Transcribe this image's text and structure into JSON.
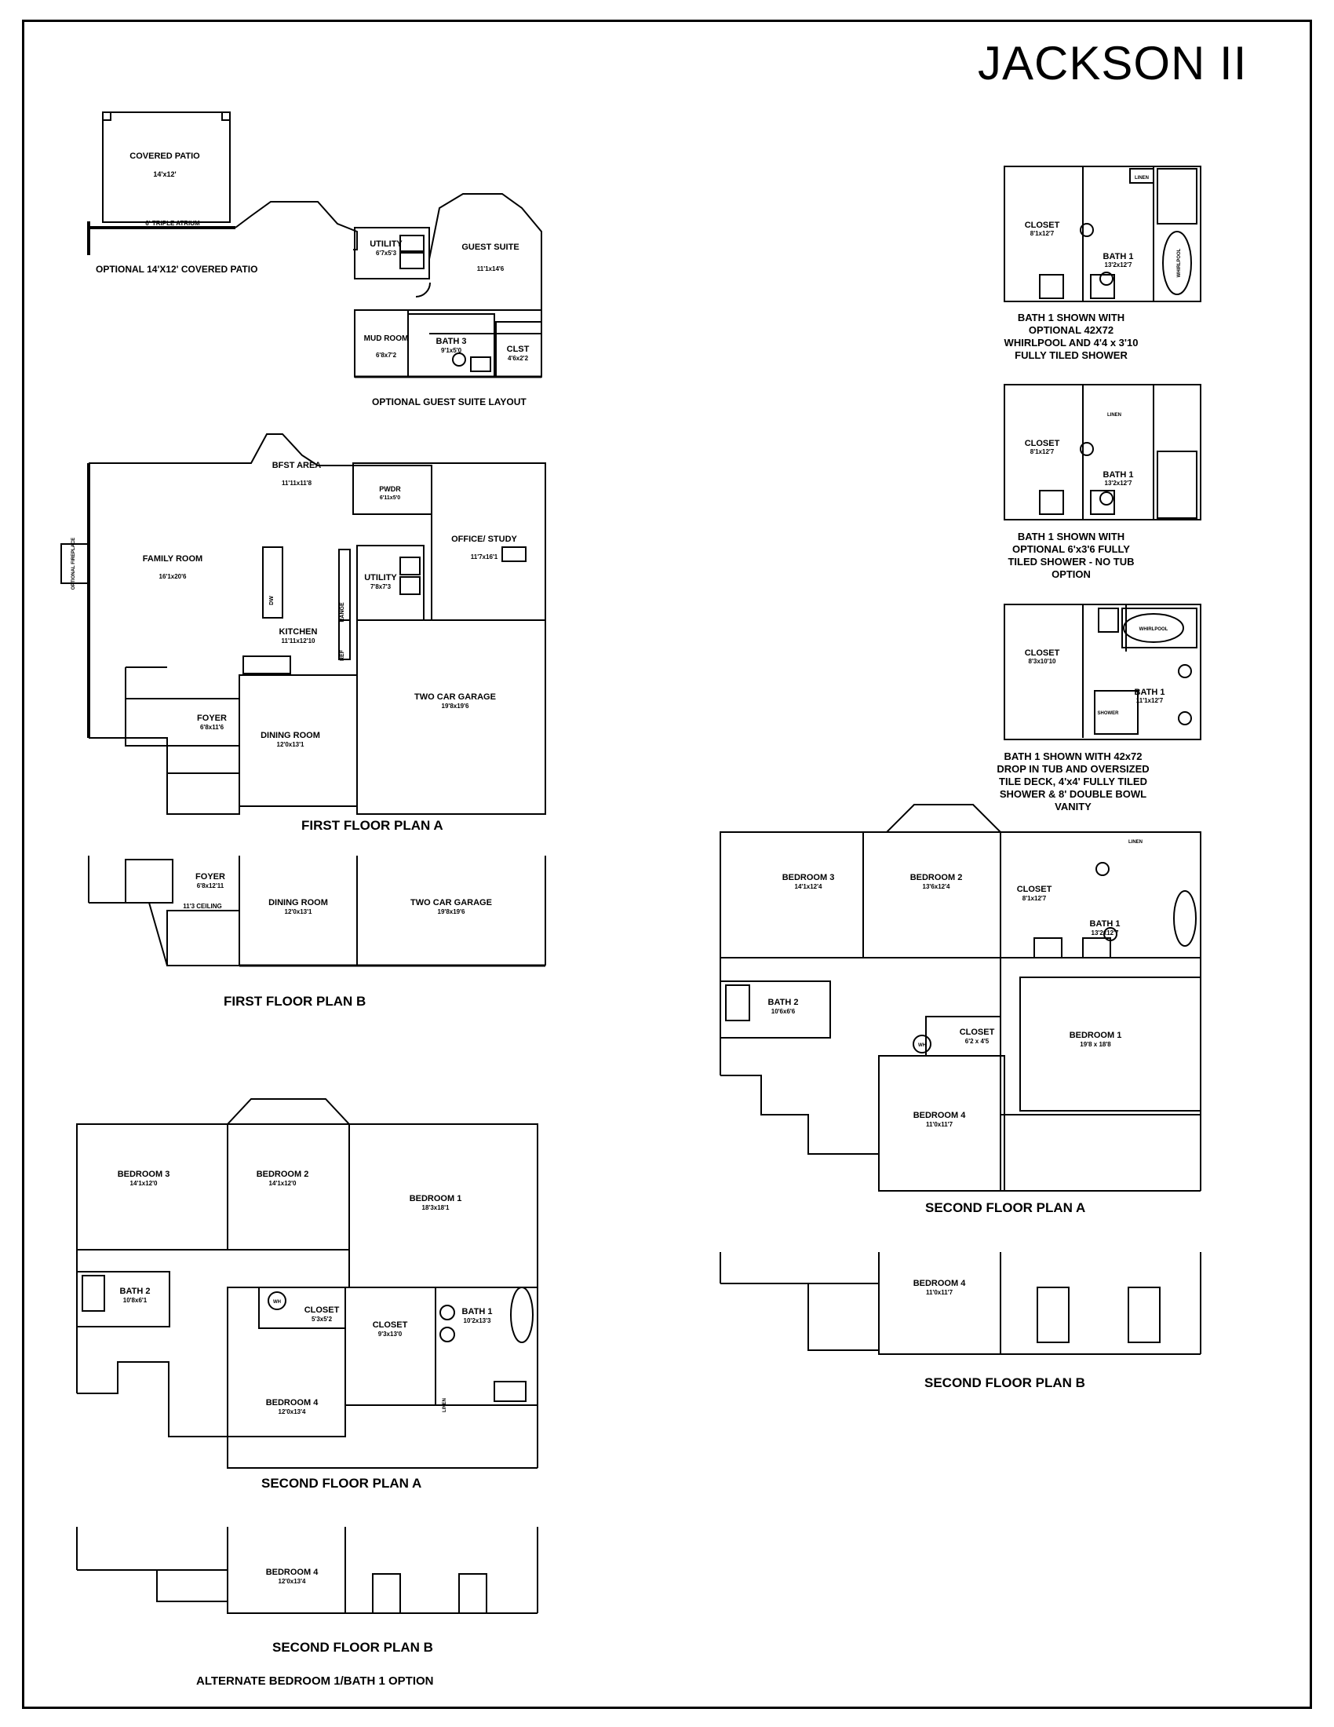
{
  "title": "JACKSON II",
  "captions": {
    "optional_covered_patio": "OPTIONAL 14'X12' COVERED PATIO",
    "optional_guest_suite": "OPTIONAL GUEST SUITE LAYOUT",
    "first_floor_a": "FIRST FLOOR PLAN A",
    "first_floor_b": "FIRST FLOOR PLAN B",
    "second_floor_a_left": "SECOND FLOOR PLAN A",
    "second_floor_b_left": "SECOND FLOOR PLAN B",
    "alternate_option": "ALTERNATE BEDROOM 1/BATH 1 OPTION",
    "second_floor_a_right": "SECOND FLOOR PLAN A",
    "second_floor_b_right": "SECOND FLOOR PLAN B"
  },
  "notes": {
    "bath_option_1": "BATH 1 SHOWN WITH OPTIONAL 42X72 WHIRLPOOL AND 4'4 x 3'10 FULLY TILED SHOWER",
    "bath_option_2": "BATH 1 SHOWN WITH OPTIONAL 6'x3'6 FULLY TILED SHOWER - NO TUB OPTION",
    "bath_option_3": "BATH 1 SHOWN WITH 42x72 DROP IN TUB AND OVERSIZED TILE DECK, 4'x4' FULLY TILED SHOWER & 8' DOUBLE BOWL VANITY"
  },
  "patio": {
    "name": "COVERED PATIO",
    "size": "14'x12'",
    "atrium": "6' TRIPLE ATRIUM"
  },
  "guest_suite": {
    "utility": "UTILITY",
    "utility_size": "6'7x5'3",
    "suite": "GUEST SUITE",
    "suite_size": "11'1x14'6",
    "mud": "MUD ROOM",
    "mud_size": "6'8x7'2",
    "bath": "BATH 3",
    "bath_size": "9'1x5'0",
    "clst": "CLST",
    "clst_size": "4'6x2'2"
  },
  "first_a": {
    "bfst": "BFST AREA",
    "bfst_size": "11'11x11'8",
    "pwdr": "PWDR",
    "pwdr_size": "6'11x5'0",
    "family": "FAMILY ROOM",
    "family_size": "16'1x20'6",
    "office": "OFFICE/ STUDY",
    "office_size": "11'7x16'1",
    "utility": "UTILITY",
    "utility_size": "7'8x7'3",
    "kitchen": "KITCHEN",
    "kitchen_size": "11'11x12'10",
    "foyer": "FOYER",
    "foyer_size": "6'8x11'6",
    "dining": "DINING ROOM",
    "dining_size": "12'0x13'1",
    "garage": "TWO CAR GARAGE",
    "garage_size": "19'8x19'6",
    "range": "RANGE",
    "ref": "REF",
    "dw": "DW",
    "fireplace": "OPTIONAL FIREPLACE"
  },
  "first_b": {
    "foyer": "FOYER",
    "foyer_size": "6'8x12'11",
    "ceiling": "11'3 CEILING",
    "dining": "DINING ROOM",
    "dining_size": "12'0x13'1",
    "garage": "TWO CAR GARAGE",
    "garage_size": "19'8x19'6"
  },
  "second_a_left": {
    "bed3": "BEDROOM 3",
    "bed3_size": "14'1x12'0",
    "bed2": "BEDROOM 2",
    "bed2_size": "14'1x12'0",
    "bed1": "BEDROOM 1",
    "bed1_size": "18'3x18'1",
    "bath2": "BATH 2",
    "bath2_size": "10'8x6'1",
    "closet_small": "CLOSET",
    "closet_small_size": "5'3x5'2",
    "closet": "CLOSET",
    "closet_size": "9'3x13'0",
    "bath1": "BATH 1",
    "bath1_size": "10'2x13'3",
    "bed4": "BEDROOM 4",
    "bed4_size": "12'0x13'4",
    "wh": "WH",
    "linen": "LINEN"
  },
  "second_b_left": {
    "bed4": "BEDROOM 4",
    "bed4_size": "12'0x13'4"
  },
  "bath_opt_1": {
    "closet": "CLOSET",
    "closet_size": "8'1x12'7",
    "bath": "BATH 1",
    "bath_size": "13'2x12'7",
    "linen": "LINEN",
    "tub": "WHIRLPOOL"
  },
  "bath_opt_2": {
    "closet": "CLOSET",
    "closet_size": "8'1x12'7",
    "bath": "BATH 1",
    "bath_size": "13'2x12'7",
    "linen": "LINEN"
  },
  "bath_opt_3": {
    "closet": "CLOSET",
    "closet_size": "8'3x10'10",
    "bath": "BATH 1",
    "bath_size": "11'1x12'7",
    "tub": "WHIRLPOOL",
    "shower": "SHOWER"
  },
  "second_a_right": {
    "bed3": "BEDROOM 3",
    "bed3_size": "14'1x12'4",
    "bed2": "BEDROOM 2",
    "bed2_size": "13'6x12'4",
    "closet": "CLOSET",
    "closet_size": "8'1x12'7",
    "bath1": "BATH 1",
    "bath1_size": "13'2x12'7",
    "bath2": "BATH 2",
    "bath2_size": "10'6x6'6",
    "closet_small": "CLOSET",
    "closet_small_size": "6'2 x 4'5",
    "bed1": "BEDROOM 1",
    "bed1_size": "19'8 x 18'8",
    "bed4": "BEDROOM 4",
    "bed4_size": "11'0x11'7",
    "wh": "WH",
    "linen": "LINEN"
  },
  "second_b_right": {
    "bed4": "BEDROOM 4",
    "bed4_size": "11'0x11'7"
  }
}
